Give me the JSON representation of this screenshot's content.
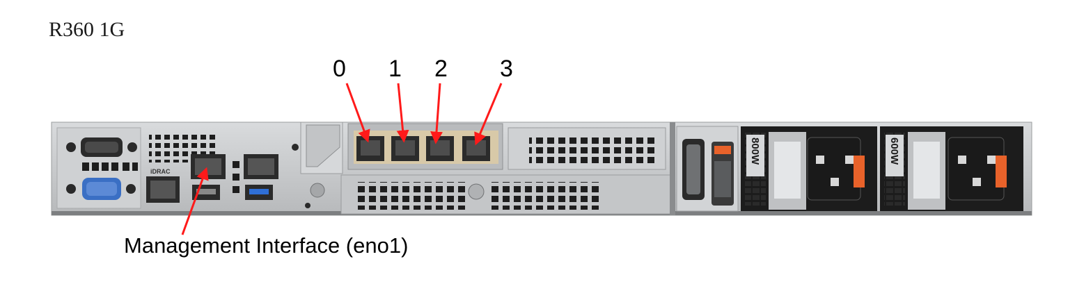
{
  "title": "R360 1G",
  "port_labels": [
    "0",
    "1",
    "2",
    "3"
  ],
  "management_label": "Management Interface (eno1)",
  "server_labels": {
    "idrac": "iDRAC",
    "psu_left": "800W",
    "psu_right": "600W"
  },
  "colors": {
    "arrow": "#ff1a1a",
    "chassis": "#c9cbcd",
    "chassis_dark": "#3a3a3a",
    "vga_blue": "#3a6fc4",
    "usb3_blue": "#2f6fd6",
    "psu_latch": "#e8622a"
  }
}
